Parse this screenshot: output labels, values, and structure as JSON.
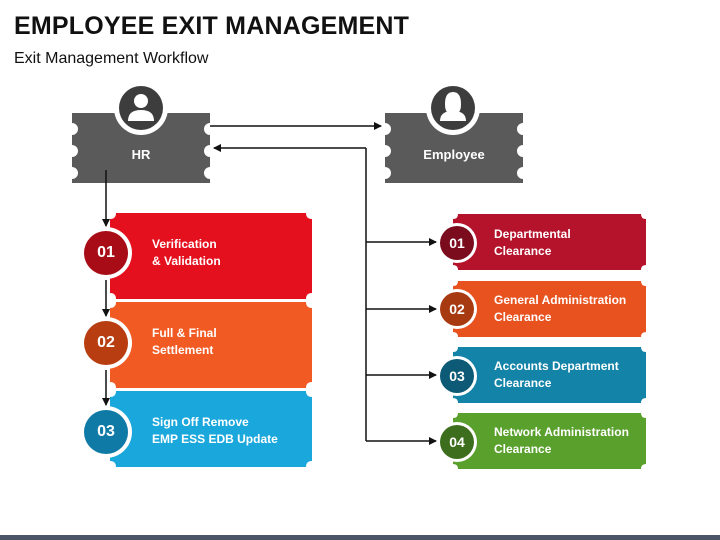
{
  "title": "EMPLOYEE EXIT MANAGEMENT",
  "subtitle": "Exit Management Workflow",
  "actors": {
    "hr": {
      "label": "HR",
      "icon": "person-icon"
    },
    "employee": {
      "label": "Employee",
      "icon": "person-female-icon"
    }
  },
  "left_steps": [
    {
      "number": "01",
      "text": "Verification\n& Validation",
      "color": "#e5101e",
      "dark": "#a80d17"
    },
    {
      "number": "02",
      "text": "Full & Final\nSettlement",
      "color": "#f15a22",
      "dark": "#b83d10"
    },
    {
      "number": "03",
      "text": "Sign Off Remove\nEMP ESS EDB Update",
      "color": "#1aa7dc",
      "dark": "#0f7aa6"
    }
  ],
  "right_steps": [
    {
      "number": "01",
      "text": "Departmental\nClearance",
      "color": "#b5122b",
      "dark": "#7a0c1d"
    },
    {
      "number": "02",
      "text": "General Administration\nClearance",
      "color": "#e8521f",
      "dark": "#a83a12"
    },
    {
      "number": "03",
      "text": "Accounts Department\nClearance",
      "color": "#1383a8",
      "dark": "#0c5a75"
    },
    {
      "number": "04",
      "text": "Network Administration\nClearance",
      "color": "#5aa02c",
      "dark": "#3d6e1d"
    }
  ],
  "colors": {
    "actor_box": "#5a5a5a",
    "actor_circle": "#3d3d3d",
    "connector": "#111111"
  }
}
